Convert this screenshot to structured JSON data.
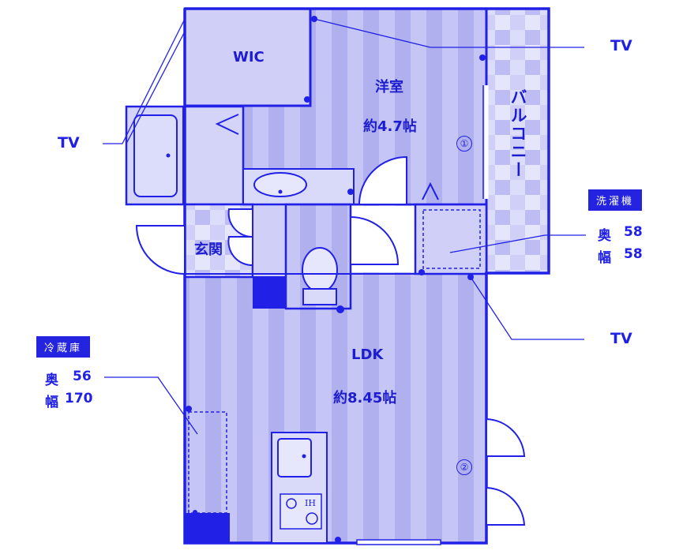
{
  "rooms": {
    "wic": "WIC",
    "western_room": "洋室",
    "western_room_area": "約4.7帖",
    "balcony": "バルコニー",
    "entrance": "玄関",
    "ldk": "LDK",
    "ldk_area": "約8.45帖"
  },
  "markers": {
    "m1": "①",
    "m2": "②"
  },
  "tv_labels": {
    "top_right": "TV",
    "left": "TV",
    "bottom_right": "TV"
  },
  "washer": {
    "title": "洗濯機",
    "depth_label": "奥",
    "depth_value": "58",
    "width_label": "幅",
    "width_value": "58"
  },
  "fridge": {
    "title": "冷蔵庫",
    "depth_label": "奥",
    "depth_value": "56",
    "width_label": "幅",
    "width_value": "170"
  },
  "ih_label": "IH",
  "colors": {
    "wall": "#2020e6",
    "stripe_light": "#c9c9f7",
    "stripe_dark": "#b3b3f0",
    "fill": "#d2d2f8"
  }
}
